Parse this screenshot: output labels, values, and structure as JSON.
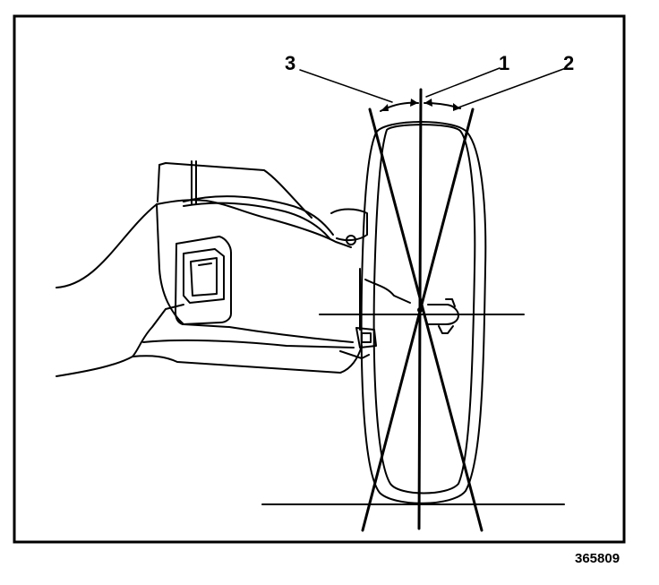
{
  "figure": {
    "callouts": {
      "one": "1",
      "two": "2",
      "three": "3"
    },
    "figure_id": "365809"
  }
}
